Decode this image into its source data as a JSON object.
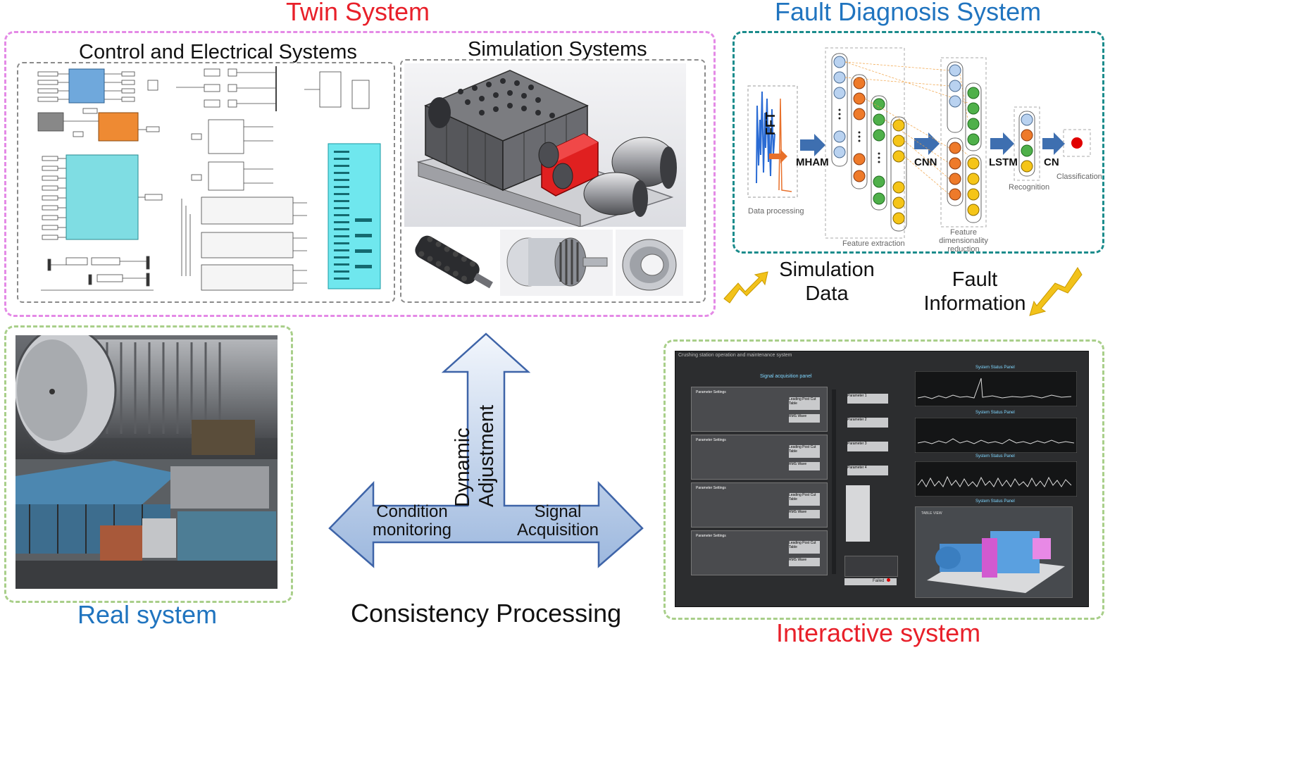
{
  "twin": {
    "title": "Twin System",
    "control": "Control and Electrical Systems",
    "simulation": "Simulation Systems"
  },
  "fault": {
    "title": "Fault Diagnosis System",
    "fft": "FFT",
    "data_processing": "Data processing",
    "mham": "MHAM",
    "feature_extraction": "Feature extraction",
    "cnn": "CNN",
    "feature_reduction": "Feature dimensionality reduction",
    "lstm": "LSTM",
    "recognition": "Recognition",
    "cn": "CN",
    "classification": "Classification"
  },
  "flows": {
    "simulation_data": "Simulation Data",
    "fault_information": "Fault Information"
  },
  "real": {
    "title": "Real system"
  },
  "center": {
    "dynamic": "Dynamic Adjustment",
    "condition": "Condition monitoring",
    "signal": "Signal Acquisition",
    "consistency": "Consistency Processing"
  },
  "interactive": {
    "title": "Interactive system",
    "app_title": "Crushing station operation and maintenance system",
    "acq_panel": "Signal acquisition panel",
    "param_settings": "Parameter Settings",
    "leading_btn": "Leading Post Cut Table",
    "rms_btn": "RMS Wave",
    "param_buttons": [
      "Parameter 1",
      "Parameter 2",
      "Parameter 3",
      "Parameter 4"
    ],
    "status_panel": "System Status Panel",
    "status_label": "Failed",
    "model_label": "TABLE VIEW"
  },
  "colors": {
    "red_title": "#e8202a",
    "blue_title": "#2074bf",
    "arrow_fill": "#b7cbe8",
    "arrow_stroke": "#3e64a8",
    "yellow_arrow": "#f2c21a"
  }
}
